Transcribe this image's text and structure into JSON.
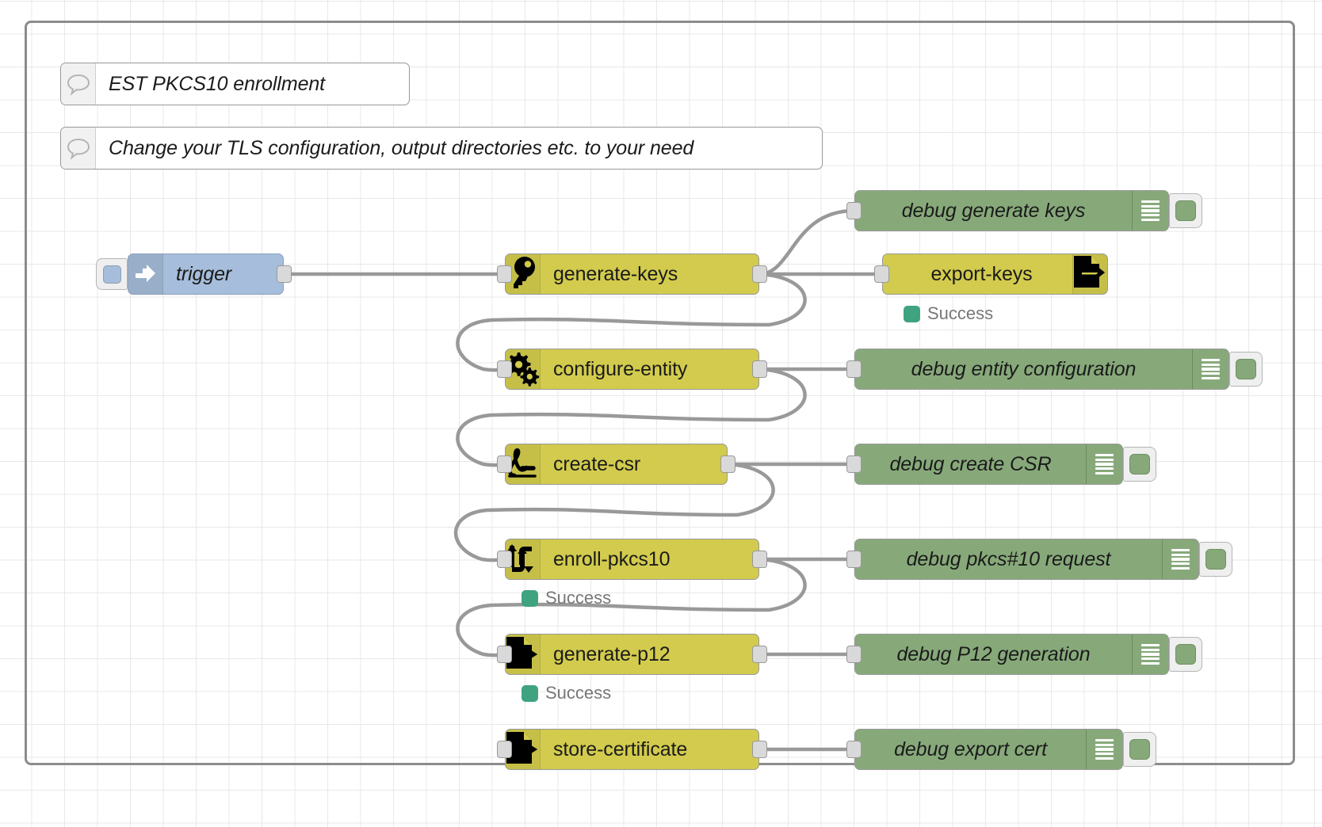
{
  "canvas": {
    "title": "Node-RED flow canvas",
    "grid": "on",
    "background": "#ffffff",
    "grid_color": "#e8e8e8",
    "boundary_color": "#8c8c8c",
    "wire_color": "#999999"
  },
  "palette": {
    "function_node": "#d2cb4d",
    "inject_node": "#a6bedb",
    "debug_node": "#87a97a",
    "comment_node": "#ffffff",
    "port_fill": "#d9d9d9",
    "status_green": "#3fa37f",
    "status_text": "#777777"
  },
  "comments": [
    {
      "label": "EST PKCS10 enrollment",
      "icon": "comment-icon"
    },
    {
      "label": "Change your TLS configuration, output directories etc. to your need",
      "icon": "comment-icon"
    }
  ],
  "nodes": [
    {
      "id": "trigger",
      "label": "trigger",
      "type": "inject",
      "icon": "inject-arrow-icon"
    },
    {
      "id": "generate-keys",
      "label": "generate-keys",
      "type": "function",
      "icon": "key-icon"
    },
    {
      "id": "export-keys",
      "label": "export-keys",
      "type": "function",
      "icon": "file-export-icon"
    },
    {
      "id": "configure-entity",
      "label": "configure-entity",
      "type": "function",
      "icon": "gears-icon"
    },
    {
      "id": "create-csr",
      "label": "create-csr",
      "type": "function",
      "icon": "signature-icon"
    },
    {
      "id": "enroll-pkcs10",
      "label": "enroll-pkcs10",
      "type": "function",
      "icon": "exchange-arrows-icon"
    },
    {
      "id": "generate-p12",
      "label": "generate-p12",
      "type": "function",
      "icon": "file-export-icon"
    },
    {
      "id": "store-certificate",
      "label": "store-certificate",
      "type": "function",
      "icon": "file-export-icon"
    }
  ],
  "debug_nodes": [
    {
      "id": "debug-generate-keys",
      "label": "debug generate keys",
      "icon": "debug-bars-icon"
    },
    {
      "id": "debug-entity-config",
      "label": "debug entity configuration",
      "icon": "debug-bars-icon"
    },
    {
      "id": "debug-create-csr",
      "label": "debug create CSR",
      "icon": "debug-bars-icon"
    },
    {
      "id": "debug-pkcs10",
      "label": "debug pkcs#10 request",
      "icon": "debug-bars-icon"
    },
    {
      "id": "debug-p12",
      "label": "debug P12 generation",
      "icon": "debug-bars-icon"
    },
    {
      "id": "debug-export-cert",
      "label": "debug export cert",
      "icon": "debug-bars-icon"
    }
  ],
  "statuses": [
    {
      "for": "export-keys",
      "text": "Success",
      "color": "#3fa37f"
    },
    {
      "for": "enroll-pkcs10",
      "text": "Success",
      "color": "#3fa37f"
    },
    {
      "for": "generate-p12",
      "text": "Success",
      "color": "#3fa37f"
    }
  ]
}
